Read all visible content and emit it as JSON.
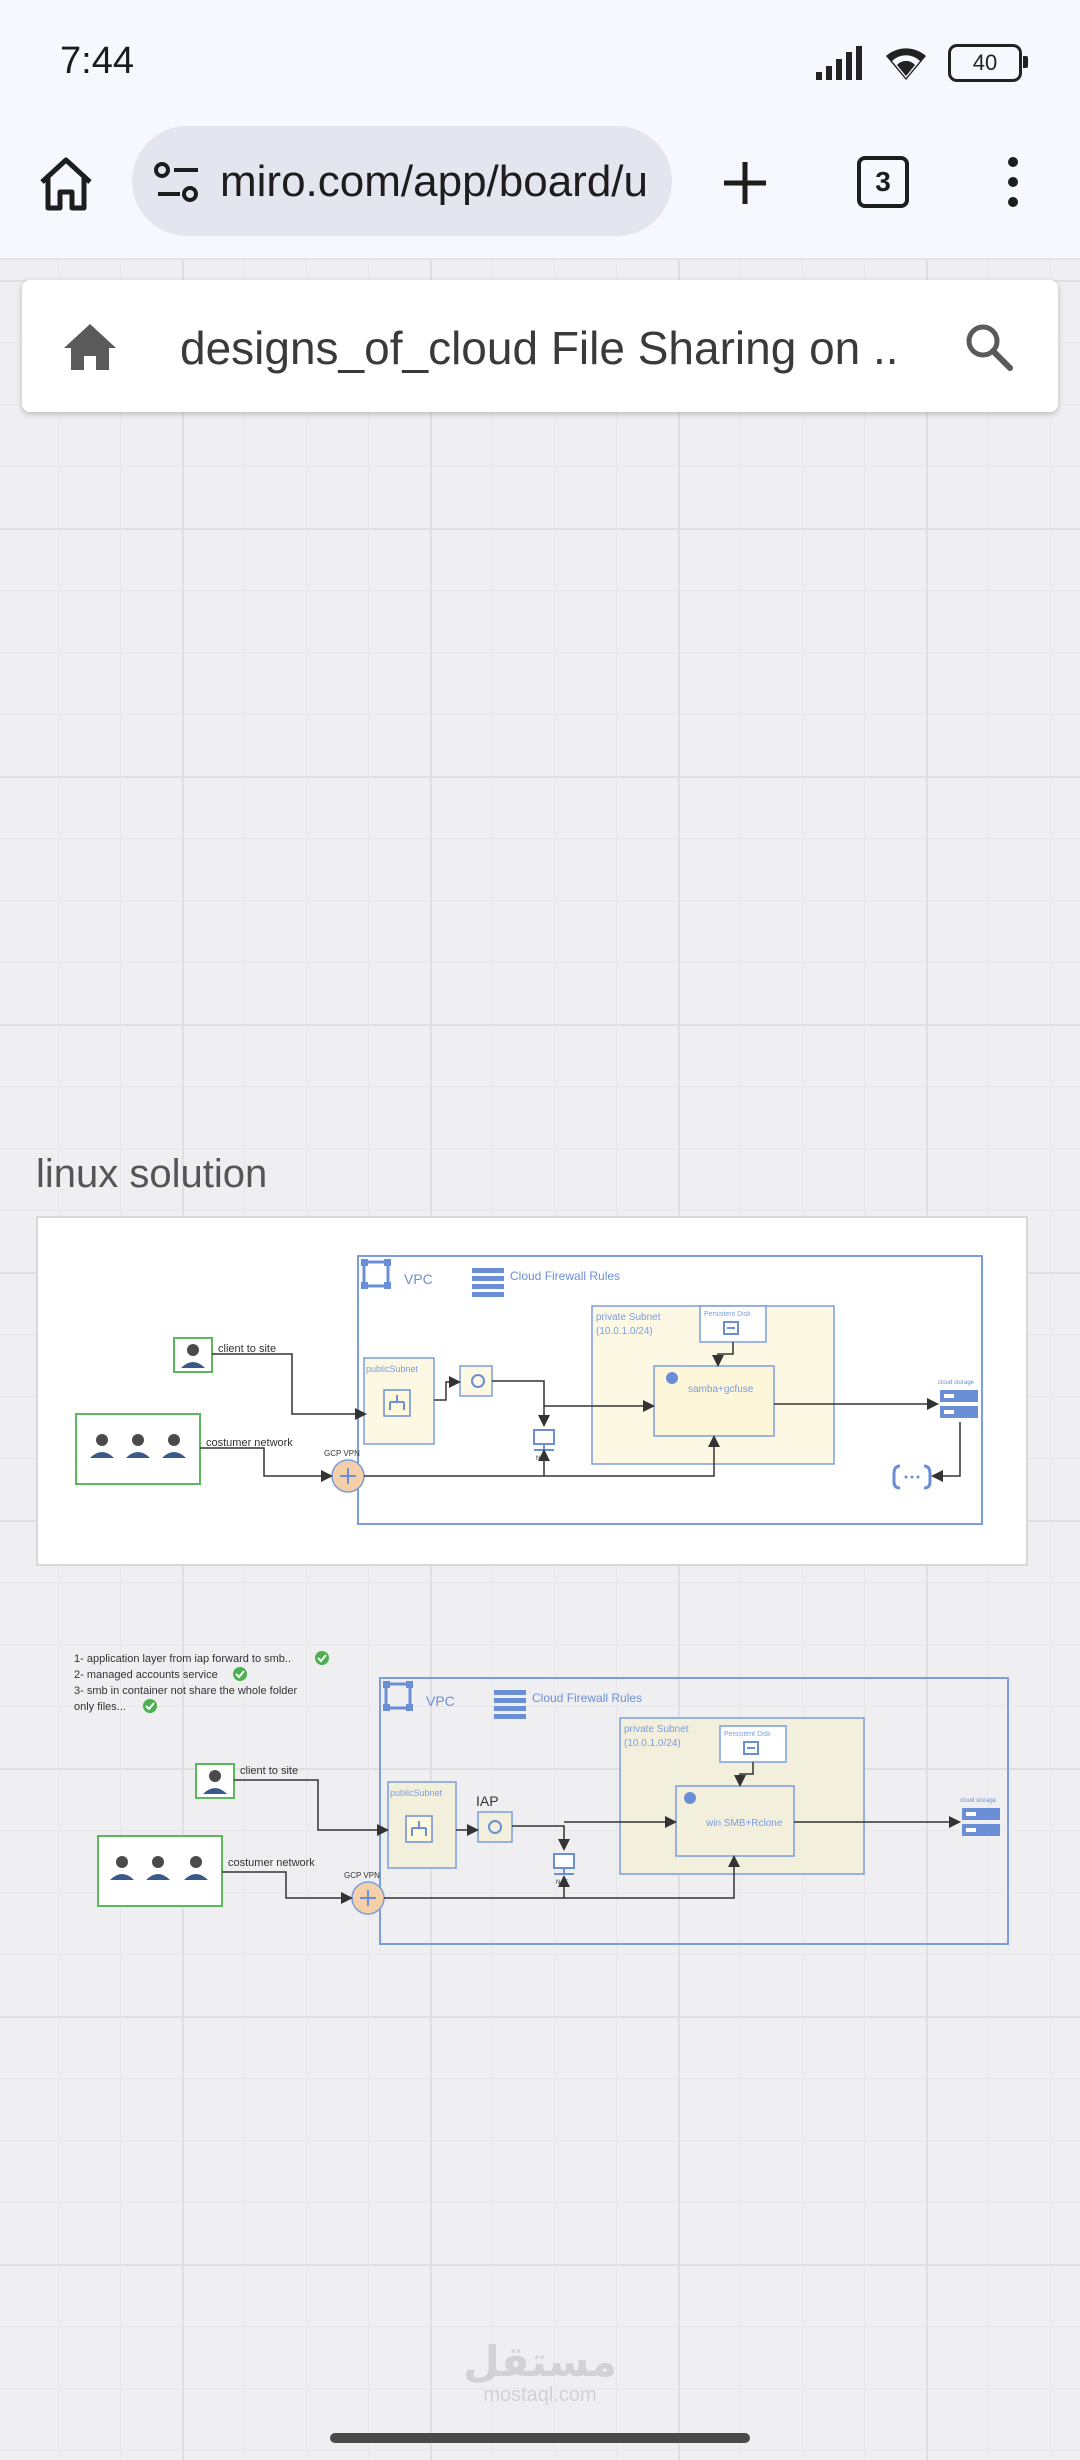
{
  "status": {
    "time": "7:44",
    "battery": "40"
  },
  "browser": {
    "url": "miro.com/app/board/u",
    "tab_count": "3"
  },
  "miro": {
    "board_title": "designs_of_cloud File Sharing on ..."
  },
  "section": {
    "title": "linux solution"
  },
  "diagram1": {
    "vpc": "VPC",
    "firewall": "Cloud Firewall Rules",
    "private_subnet": "private Subnet",
    "private_cidr": "(10.0.1.0/24)",
    "persistent_disk": "Persistent Disk",
    "client": "client to site",
    "public_subnet": "publicSubnet",
    "server": "samba+gcfuse",
    "cloud_storage": "cloud storage",
    "costumer": "costumer network",
    "gcp_vpn": "GCP VPN",
    "nat": "NAT"
  },
  "diagram2": {
    "notes": [
      "1- application layer from iap forward to smb..",
      "2- managed accounts service",
      "3- smb in container not share the whole folder",
      "only files..."
    ],
    "vpc": "VPC",
    "firewall": "Cloud Firewall Rules",
    "private_subnet": "private Subnet",
    "private_cidr": "(10.0.1.0/24)",
    "persistent_disk": "Persistent Disk",
    "client": "client to site",
    "public_subnet": "publicSubnet",
    "iap": "IAP",
    "server": "win SMB+Rclone",
    "cloud_storage": "cloud storage",
    "costumer": "costumer network",
    "gcp_vpn": "GCP VPN",
    "nat": "NAT"
  },
  "watermark": {
    "main": "مستقل",
    "sub": "mostaql.com"
  },
  "colors": {
    "accent_blue": "#6b8fd6",
    "green": "#5cb85c",
    "subnet_fill": "#fdf8e4",
    "vpn_fill": "#f5cfa8"
  }
}
